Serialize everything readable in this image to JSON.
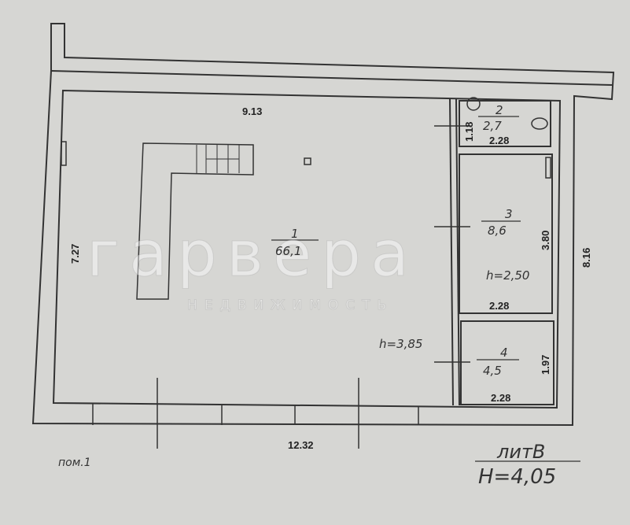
{
  "plan": {
    "room_label": "пом.1",
    "building_title": "литВ",
    "building_height": "H=4,05",
    "main_hall_height": "h=3,85",
    "dimensions": {
      "top_inner": "9.13",
      "left": "7.27",
      "bottom": "12.32",
      "right_outer": "8.16",
      "room2_height": "1.18",
      "room3_height": "3.80",
      "room4_height": "1.97",
      "room2_width": "2.28",
      "room3_width": "2.28",
      "room4_width": "2.28"
    },
    "rooms": [
      {
        "number": "1",
        "area": "66,1"
      },
      {
        "number": "2",
        "area": "2,7"
      },
      {
        "number": "3",
        "area": "8,6",
        "height": "h=2,50"
      },
      {
        "number": "4",
        "area": "4,5"
      }
    ]
  },
  "watermark": {
    "brand": "гарвера",
    "subtitle": "НЕДВИЖИМОСТЬ"
  }
}
